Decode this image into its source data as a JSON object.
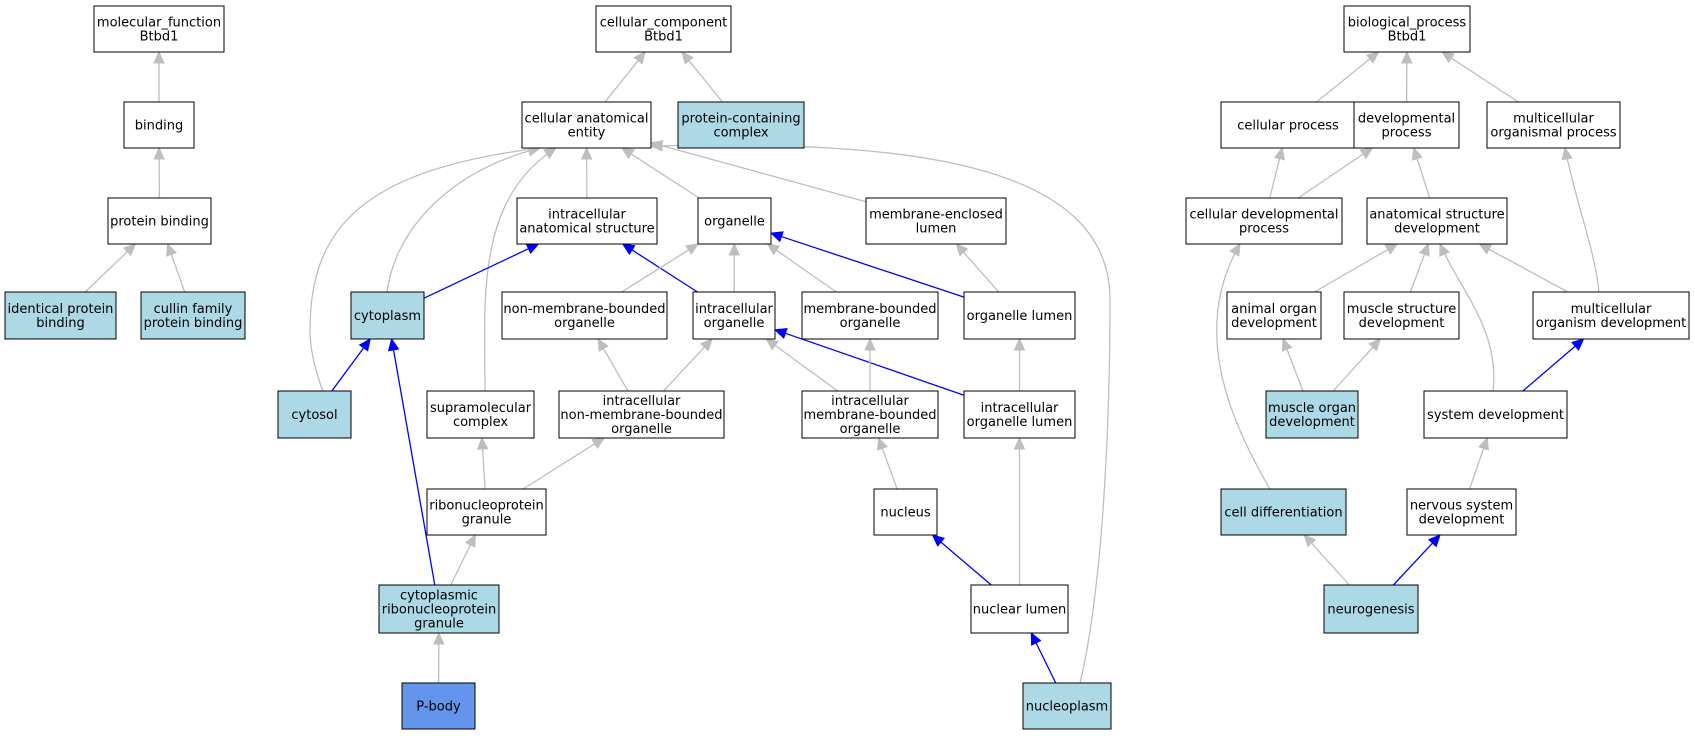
{
  "colors": {
    "default_fill": "#ffffff",
    "highlight_fill": "#add8e6",
    "focus_fill": "#6495ed",
    "grey_edge": "#bebebe",
    "blue_edge": "#0000ff"
  },
  "nodes": [
    {
      "id": "mf",
      "lines": [
        "molecular_function",
        "Btbd1"
      ],
      "style": "default"
    },
    {
      "id": "binding",
      "lines": [
        "binding"
      ],
      "style": "default"
    },
    {
      "id": "protbind",
      "lines": [
        "protein binding"
      ],
      "style": "default"
    },
    {
      "id": "identprot",
      "lines": [
        "identical protein",
        "binding"
      ],
      "style": "highlight"
    },
    {
      "id": "cullin",
      "lines": [
        "cullin family",
        "protein binding"
      ],
      "style": "highlight"
    },
    {
      "id": "cc",
      "lines": [
        "cellular_component",
        "Btbd1"
      ],
      "style": "default"
    },
    {
      "id": "cae",
      "lines": [
        "cellular anatomical",
        "entity"
      ],
      "style": "default"
    },
    {
      "id": "pcc",
      "lines": [
        "protein-containing",
        "complex"
      ],
      "style": "highlight"
    },
    {
      "id": "ias",
      "lines": [
        "intracellular",
        "anatomical structure"
      ],
      "style": "default"
    },
    {
      "id": "organelle",
      "lines": [
        "organelle"
      ],
      "style": "default"
    },
    {
      "id": "mel",
      "lines": [
        "membrane-enclosed",
        "lumen"
      ],
      "style": "default"
    },
    {
      "id": "cytoplasm",
      "lines": [
        "cytoplasm"
      ],
      "style": "highlight"
    },
    {
      "id": "nmbo",
      "lines": [
        "non-membrane-bounded",
        "organelle"
      ],
      "style": "default"
    },
    {
      "id": "io",
      "lines": [
        "intracellular",
        "organelle"
      ],
      "style": "default"
    },
    {
      "id": "mbo",
      "lines": [
        "membrane-bounded",
        "organelle"
      ],
      "style": "default"
    },
    {
      "id": "ol",
      "lines": [
        "organelle lumen"
      ],
      "style": "default"
    },
    {
      "id": "cytosol",
      "lines": [
        "cytosol"
      ],
      "style": "highlight"
    },
    {
      "id": "smc",
      "lines": [
        "supramolecular",
        "complex"
      ],
      "style": "default"
    },
    {
      "id": "inmbo",
      "lines": [
        "intracellular",
        "non-membrane-bounded",
        "organelle"
      ],
      "style": "default"
    },
    {
      "id": "imbo",
      "lines": [
        "intracellular",
        "membrane-bounded",
        "organelle"
      ],
      "style": "default"
    },
    {
      "id": "iol",
      "lines": [
        "intracellular",
        "organelle lumen"
      ],
      "style": "default"
    },
    {
      "id": "rnpg",
      "lines": [
        "ribonucleoprotein",
        "granule"
      ],
      "style": "default"
    },
    {
      "id": "nucleus",
      "lines": [
        "nucleus"
      ],
      "style": "default"
    },
    {
      "id": "crnpg",
      "lines": [
        "cytoplasmic",
        "ribonucleoprotein",
        "granule"
      ],
      "style": "highlight"
    },
    {
      "id": "nuclum",
      "lines": [
        "nuclear lumen"
      ],
      "style": "default"
    },
    {
      "id": "pbody",
      "lines": [
        "P-body"
      ],
      "style": "focus"
    },
    {
      "id": "nucleoplasm",
      "lines": [
        "nucleoplasm"
      ],
      "style": "highlight"
    },
    {
      "id": "bp",
      "lines": [
        "biological_process",
        "Btbd1"
      ],
      "style": "default"
    },
    {
      "id": "cellproc",
      "lines": [
        "cellular process"
      ],
      "style": "default"
    },
    {
      "id": "devproc",
      "lines": [
        "developmental",
        "process"
      ],
      "style": "default"
    },
    {
      "id": "mcop",
      "lines": [
        "multicellular",
        "organismal process"
      ],
      "style": "default"
    },
    {
      "id": "celldevproc",
      "lines": [
        "cellular developmental",
        "process"
      ],
      "style": "default"
    },
    {
      "id": "asd",
      "lines": [
        "anatomical structure",
        "development"
      ],
      "style": "default"
    },
    {
      "id": "aod",
      "lines": [
        "animal organ",
        "development"
      ],
      "style": "default"
    },
    {
      "id": "msd",
      "lines": [
        "muscle structure",
        "development"
      ],
      "style": "default"
    },
    {
      "id": "mcod",
      "lines": [
        "multicellular",
        "organism development"
      ],
      "style": "default"
    },
    {
      "id": "muscorg",
      "lines": [
        "muscle organ",
        "development"
      ],
      "style": "highlight"
    },
    {
      "id": "sysdev",
      "lines": [
        "system development"
      ],
      "style": "default"
    },
    {
      "id": "celldiff",
      "lines": [
        "cell differentiation"
      ],
      "style": "highlight"
    },
    {
      "id": "nsd",
      "lines": [
        "nervous system",
        "development"
      ],
      "style": "default"
    },
    {
      "id": "neurogenesis",
      "lines": [
        "neurogenesis"
      ],
      "style": "highlight"
    }
  ],
  "edges": [
    {
      "from": "binding",
      "to": "mf",
      "color": "grey"
    },
    {
      "from": "protbind",
      "to": "binding",
      "color": "grey"
    },
    {
      "from": "identprot",
      "to": "protbind",
      "color": "grey"
    },
    {
      "from": "cullin",
      "to": "protbind",
      "color": "grey"
    },
    {
      "from": "cae",
      "to": "cc",
      "color": "grey"
    },
    {
      "from": "pcc",
      "to": "cc",
      "color": "grey"
    },
    {
      "from": "ias",
      "to": "cae",
      "color": "grey"
    },
    {
      "from": "organelle",
      "to": "cae",
      "color": "grey"
    },
    {
      "from": "mel",
      "to": "cae",
      "color": "grey"
    },
    {
      "from": "cytoplasm",
      "to": "cae",
      "color": "grey"
    },
    {
      "from": "cytosol",
      "to": "cae",
      "color": "grey"
    },
    {
      "from": "smc",
      "to": "cae",
      "color": "grey"
    },
    {
      "from": "nucleoplasm",
      "to": "cae",
      "color": "grey"
    },
    {
      "from": "cytoplasm",
      "to": "ias",
      "color": "blue"
    },
    {
      "from": "io",
      "to": "ias",
      "color": "blue"
    },
    {
      "from": "nmbo",
      "to": "organelle",
      "color": "grey"
    },
    {
      "from": "io",
      "to": "organelle",
      "color": "grey"
    },
    {
      "from": "mbo",
      "to": "organelle",
      "color": "grey"
    },
    {
      "from": "ol",
      "to": "organelle",
      "color": "blue"
    },
    {
      "from": "ol",
      "to": "mel",
      "color": "grey"
    },
    {
      "from": "cytosol",
      "to": "cytoplasm",
      "color": "blue"
    },
    {
      "from": "crnpg",
      "to": "cytoplasm",
      "color": "blue"
    },
    {
      "from": "inmbo",
      "to": "nmbo",
      "color": "grey"
    },
    {
      "from": "inmbo",
      "to": "io",
      "color": "grey"
    },
    {
      "from": "imbo",
      "to": "io",
      "color": "grey"
    },
    {
      "from": "iol",
      "to": "io",
      "color": "blue"
    },
    {
      "from": "imbo",
      "to": "mbo",
      "color": "grey"
    },
    {
      "from": "iol",
      "to": "ol",
      "color": "grey"
    },
    {
      "from": "rnpg",
      "to": "smc",
      "color": "grey"
    },
    {
      "from": "rnpg",
      "to": "inmbo",
      "color": "grey"
    },
    {
      "from": "nucleus",
      "to": "imbo",
      "color": "grey"
    },
    {
      "from": "nuclum",
      "to": "iol",
      "color": "grey"
    },
    {
      "from": "crnpg",
      "to": "rnpg",
      "color": "grey"
    },
    {
      "from": "nuclum",
      "to": "nucleus",
      "color": "blue"
    },
    {
      "from": "pbody",
      "to": "crnpg",
      "color": "grey"
    },
    {
      "from": "nucleoplasm",
      "to": "nuclum",
      "color": "blue"
    },
    {
      "from": "cellproc",
      "to": "bp",
      "color": "grey"
    },
    {
      "from": "devproc",
      "to": "bp",
      "color": "grey"
    },
    {
      "from": "mcop",
      "to": "bp",
      "color": "grey"
    },
    {
      "from": "celldevproc",
      "to": "cellproc",
      "color": "grey"
    },
    {
      "from": "celldevproc",
      "to": "devproc",
      "color": "grey"
    },
    {
      "from": "asd",
      "to": "devproc",
      "color": "grey"
    },
    {
      "from": "mcod",
      "to": "mcop",
      "color": "grey"
    },
    {
      "from": "aod",
      "to": "asd",
      "color": "grey"
    },
    {
      "from": "msd",
      "to": "asd",
      "color": "grey"
    },
    {
      "from": "mcod",
      "to": "asd",
      "color": "grey"
    },
    {
      "from": "sysdev",
      "to": "asd",
      "color": "grey"
    },
    {
      "from": "muscorg",
      "to": "aod",
      "color": "grey"
    },
    {
      "from": "muscorg",
      "to": "msd",
      "color": "grey"
    },
    {
      "from": "sysdev",
      "to": "mcod",
      "color": "blue"
    },
    {
      "from": "nsd",
      "to": "sysdev",
      "color": "grey"
    },
    {
      "from": "celldiff",
      "to": "celldevproc",
      "color": "grey"
    },
    {
      "from": "neurogenesis",
      "to": "celldiff",
      "color": "grey"
    },
    {
      "from": "neurogenesis",
      "to": "nsd",
      "color": "blue"
    }
  ]
}
